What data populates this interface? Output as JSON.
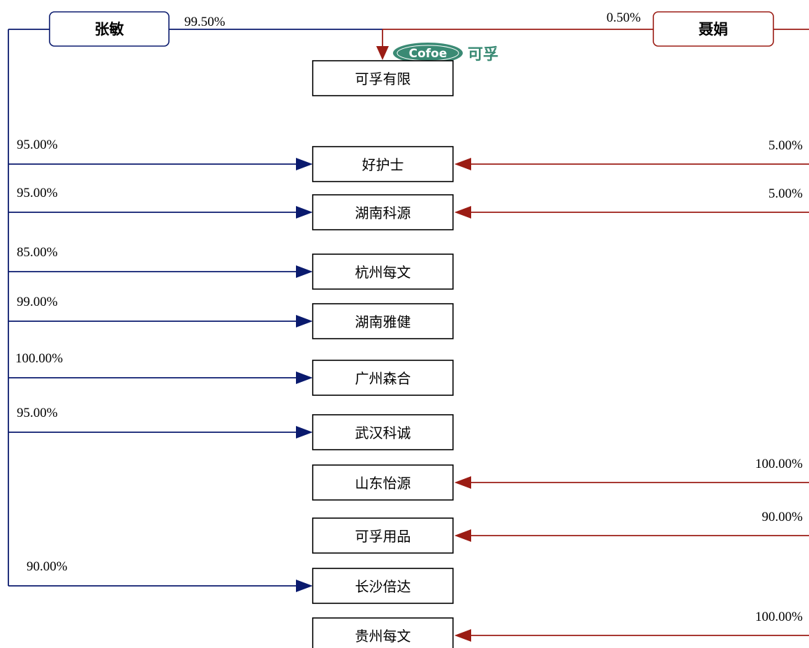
{
  "colors": {
    "left_owner": "#0a1a6e",
    "right_owner": "#9b1c14",
    "logo": "#3a8a74"
  },
  "logo": {
    "word": "Cofoe",
    "cn": "可孚"
  },
  "owners": {
    "left": {
      "name": "张敏",
      "parent_pct": "99.50%"
    },
    "right": {
      "name": "聂娟",
      "parent_pct": "0.50%"
    }
  },
  "parent": {
    "name": "可孚有限"
  },
  "subsidiaries": [
    {
      "name": "好护士",
      "left_pct": "95.00%",
      "right_pct": "5.00%"
    },
    {
      "name": "湖南科源",
      "left_pct": "95.00%",
      "right_pct": "5.00%"
    },
    {
      "name": "杭州每文",
      "left_pct": "85.00%",
      "right_pct": null
    },
    {
      "name": "湖南雅健",
      "left_pct": "99.00%",
      "right_pct": null
    },
    {
      "name": "广州森合",
      "left_pct": "100.00%",
      "right_pct": null
    },
    {
      "name": "武汉科诚",
      "left_pct": "95.00%",
      "right_pct": null
    },
    {
      "name": "山东怡源",
      "left_pct": null,
      "right_pct": "100.00%"
    },
    {
      "name": "可孚用品",
      "left_pct": null,
      "right_pct": "90.00%"
    },
    {
      "name": "长沙倍达",
      "left_pct": "90.00%",
      "right_pct": null
    },
    {
      "name": "贵州每文",
      "left_pct": null,
      "right_pct": "100.00%"
    }
  ]
}
